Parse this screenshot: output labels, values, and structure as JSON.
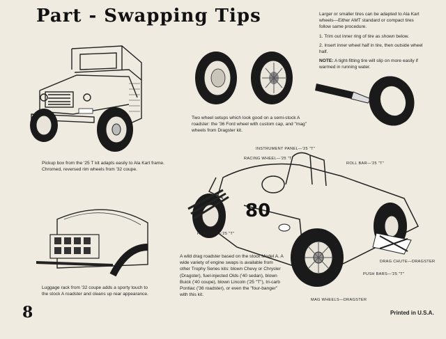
{
  "title": "Part - Swapping Tips",
  "page_number": "8",
  "printed": "Printed in U.S.A.",
  "tires_intro": "Larger or smaller tires can be adapted to Ala Kart wheels—Either AMT standard or compact tires follow same procedure.",
  "tires_step1": "1. Trim out inner ring of tire as shown below.",
  "tires_step2": "2. Insert inner wheel half in tire, then outside wheel half.",
  "tires_note_label": "NOTE:",
  "tires_note": " A tight-fitting tire will slip on more easily if warmed in running water.",
  "pickup_caption": "Pickup box from the '25 T kit adapts easily to Ala Kart frame. Chromed, reversed rim wheels from '32 coupe.",
  "wheels_caption": "Two wheel setups which look good on a semi-stock A roadster: the '36 Ford wheel with custom cap, and \"mag\" wheels from Dragster kit.",
  "luggage_caption": "Luggage rack from '32 coupe adds a sporty touch to the stock A roadster and cleans up rear appearance.",
  "dragster_caption": "A wild drag roadster based on the stock Model A. A wide variety of engine swaps is available from other Trophy Series kits: blown Chevy or Chrysler (Dragster), fuel-injected Olds ('40 sedan), blown Buick ('40 coupe), blown Lincoln ('25 \"T\"), tri-carb Pontiac ('36 roadster), or even the \"four-banger\" with this kit.",
  "car_number": "80",
  "labels": {
    "instrument_panel": "INSTRUMENT PANEL—'25 \"T\"",
    "racing_wheel": "RACING WHEEL—'25 \"T\"",
    "roll_bar": "ROLL BAR—'25 \"T\"",
    "headers": "HEADERS—'25 \"T\"",
    "drag_chute": "DRAG CHUTE—DRAGSTER",
    "push_bars": "PUSH BARS—'25 \"T\"",
    "mag_wheels": "MAG WHEELS—DRAGSTER"
  }
}
